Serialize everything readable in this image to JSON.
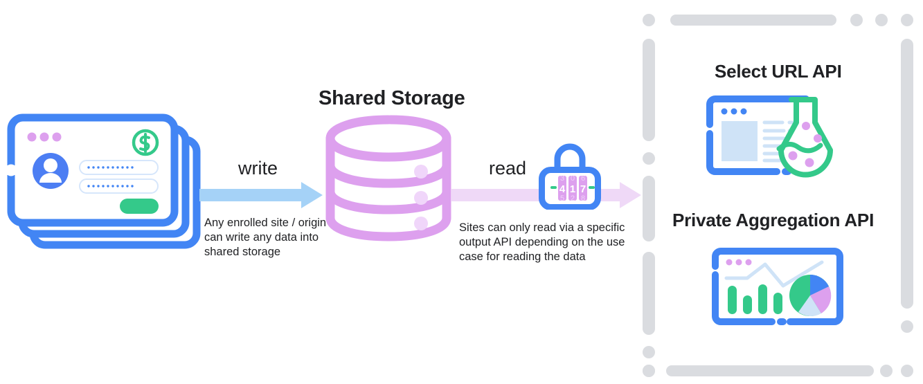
{
  "diagram": {
    "type": "flow-diagram",
    "title": "Shared Storage read/write flow",
    "center": {
      "label": "Shared Storage",
      "icon": "database-cylinder-icon"
    },
    "source": {
      "icon": "stacked-browser-login-cards-icon",
      "description": "Stack of three browser windows showing a login form with avatar, two password fields, a green submit button and a green dollar-sign badge"
    },
    "flows": [
      {
        "id": "write",
        "label": "write",
        "description": "Any enrolled site / origin can write any data into shared storage",
        "arrow_color": "#a5d2f7",
        "direction": "left-to-right"
      },
      {
        "id": "read",
        "label": "read",
        "description": "Sites can only read via a specific output API depending on the use case for reading the data",
        "arrow_color": "#efd9f7",
        "direction": "left-to-right",
        "gate_icon": "combination-padlock-icon",
        "gate_digits": [
          "4",
          "1",
          "7"
        ]
      }
    ],
    "outputs": {
      "panel_border": "dashed",
      "items": [
        {
          "label": "Select URL API",
          "icon": "browser-window-with-flask-icon"
        },
        {
          "label": "Private Aggregation API",
          "icon": "browser-window-with-charts-icon"
        }
      ]
    },
    "colors": {
      "blue": "#4285f4",
      "light_blue": "#a5d2f7",
      "pale_blue": "#cfe3f7",
      "green": "#34c98a",
      "purple": "#dda0ee",
      "pale_purple": "#efd9f7",
      "gray": "#dadce0",
      "text": "#202124"
    }
  }
}
